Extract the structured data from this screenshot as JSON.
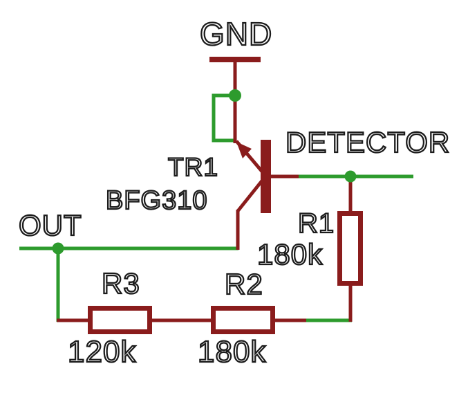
{
  "schematic": {
    "labels": {
      "gnd": "GND",
      "detector": "DETECTOR",
      "out": "OUT",
      "tr1_ref": "TR1",
      "tr1_value": "BFG310",
      "r1_ref": "R1",
      "r1_value": "180k",
      "r2_ref": "R2",
      "r2_value": "180k",
      "r3_ref": "R3",
      "r3_value": "120k"
    },
    "components": [
      {
        "ref": "TR1",
        "value": "BFG310",
        "type": "transistor"
      },
      {
        "ref": "R1",
        "value": "180k",
        "type": "resistor"
      },
      {
        "ref": "R2",
        "value": "180k",
        "type": "resistor"
      },
      {
        "ref": "R3",
        "value": "120k",
        "type": "resistor"
      }
    ],
    "nets": [
      "GND",
      "OUT",
      "DETECTOR"
    ],
    "colors": {
      "net_wire": "#2d9b2d",
      "symbol": "#8a1c1c",
      "text": "#1c1c1c",
      "background": "#ffffff"
    }
  }
}
